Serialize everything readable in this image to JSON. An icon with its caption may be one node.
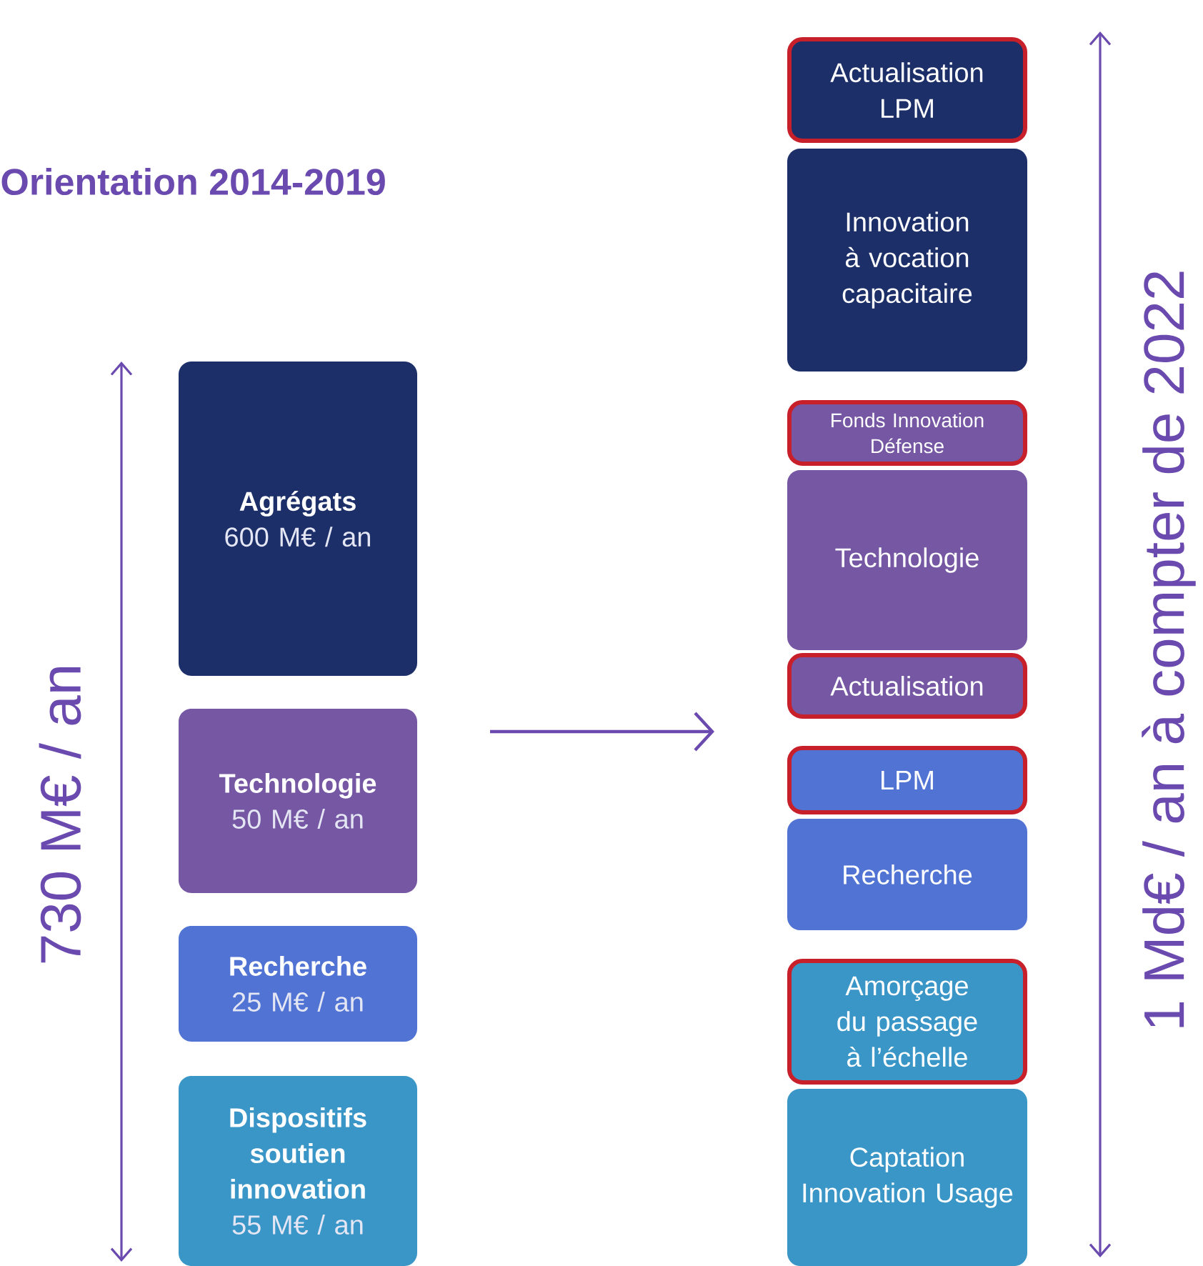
{
  "diagram": {
    "title": "Orientation 2014-2019",
    "nodes": [
      {
        "text": [
          "Agrégats",
          "600 M€ / an"
        ]
      },
      {
        "text": [
          "Technologie",
          "50 M€ / an"
        ]
      },
      {
        "text": [
          "Recherche",
          "25 M€ / an"
        ]
      },
      {
        "text": [
          "Dispositifs soutien innovation",
          "55 M€ / an"
        ]
      },
      {
        "text": [
          "Actualisation LPM"
        ]
      },
      {
        "text": [
          "Innovation à vocation capacitaire"
        ]
      },
      {
        "text": [
          "Fonds Innovation Défense"
        ]
      },
      {
        "text": [
          "Technologie"
        ]
      },
      {
        "text": [
          "Actualisation"
        ]
      },
      {
        "text": [
          "LPM"
        ]
      },
      {
        "text": [
          "Recherche"
        ]
      },
      {
        "text": [
          "Amorçage du passage à l’échelle"
        ]
      },
      {
        "text": [
          "Captation Innovation Usage"
        ]
      }
    ],
    "labels": [
      "730 M€ / an",
      "1 Md€ / an à compter de 2022"
    ]
  }
}
